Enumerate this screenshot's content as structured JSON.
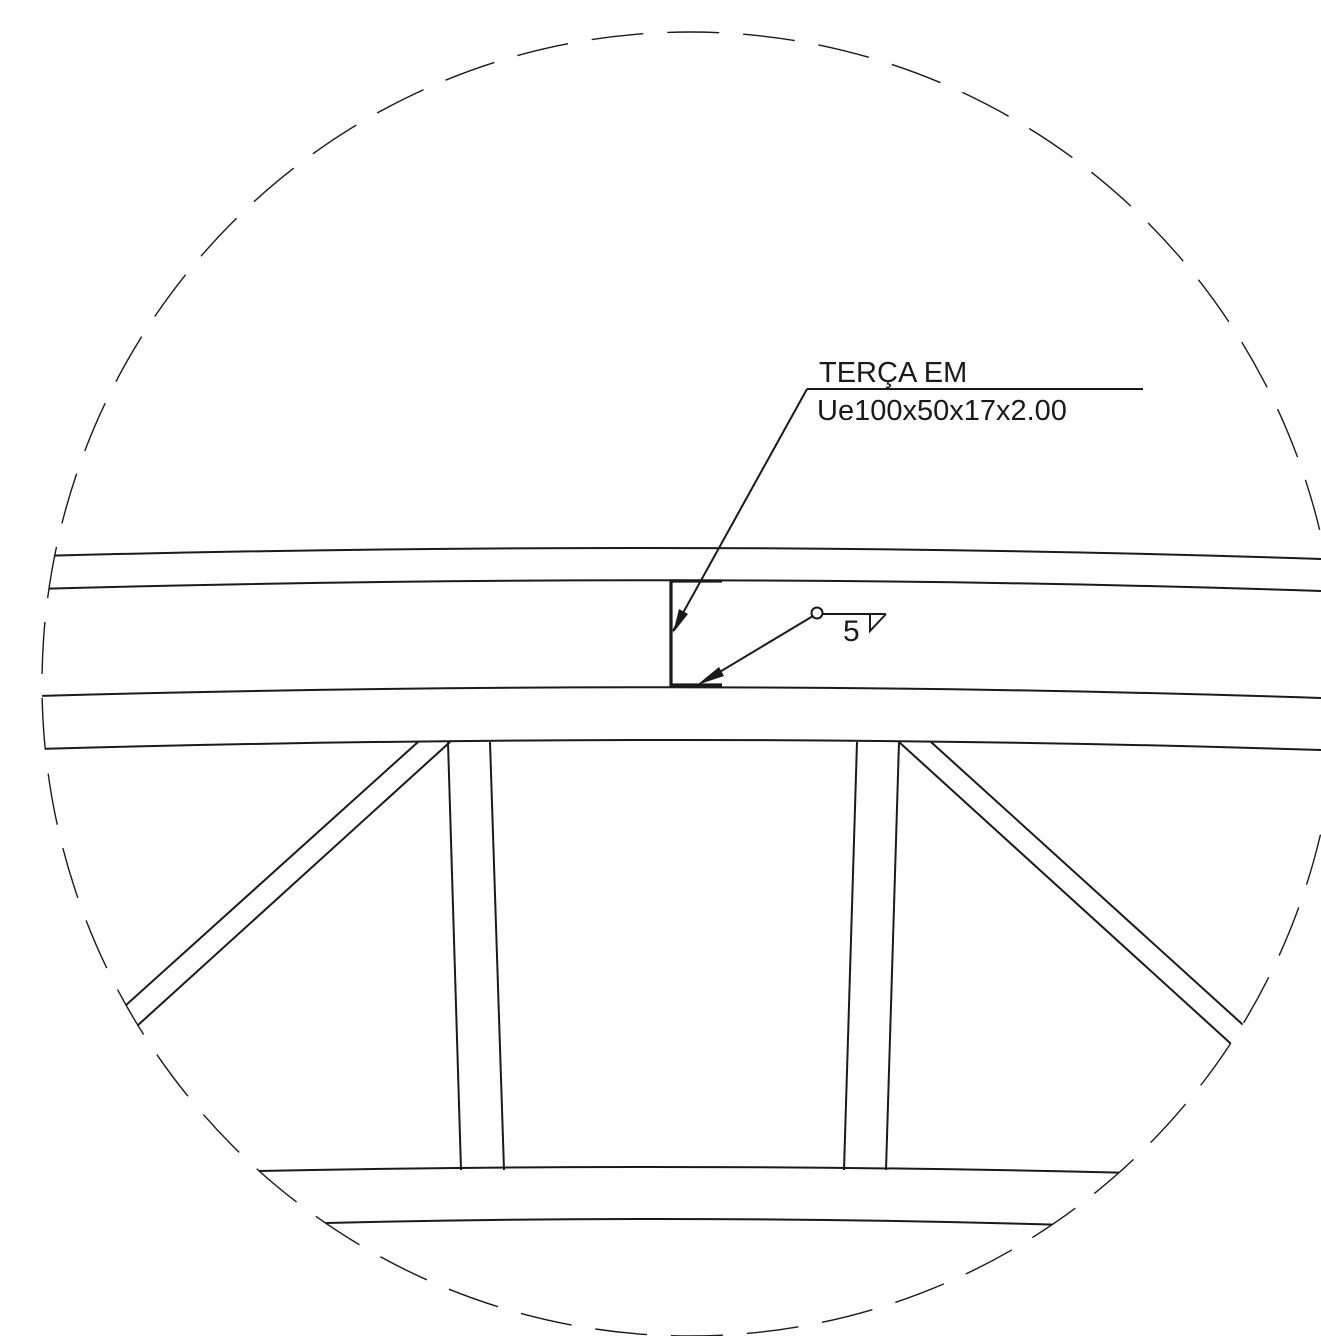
{
  "callout": {
    "line1": "TERÇA EM",
    "line2": "Ue100x50x17x2.00"
  },
  "weld": {
    "size": "5"
  },
  "colors": {
    "line": "#1a1a1a",
    "background": "#ffffff"
  }
}
